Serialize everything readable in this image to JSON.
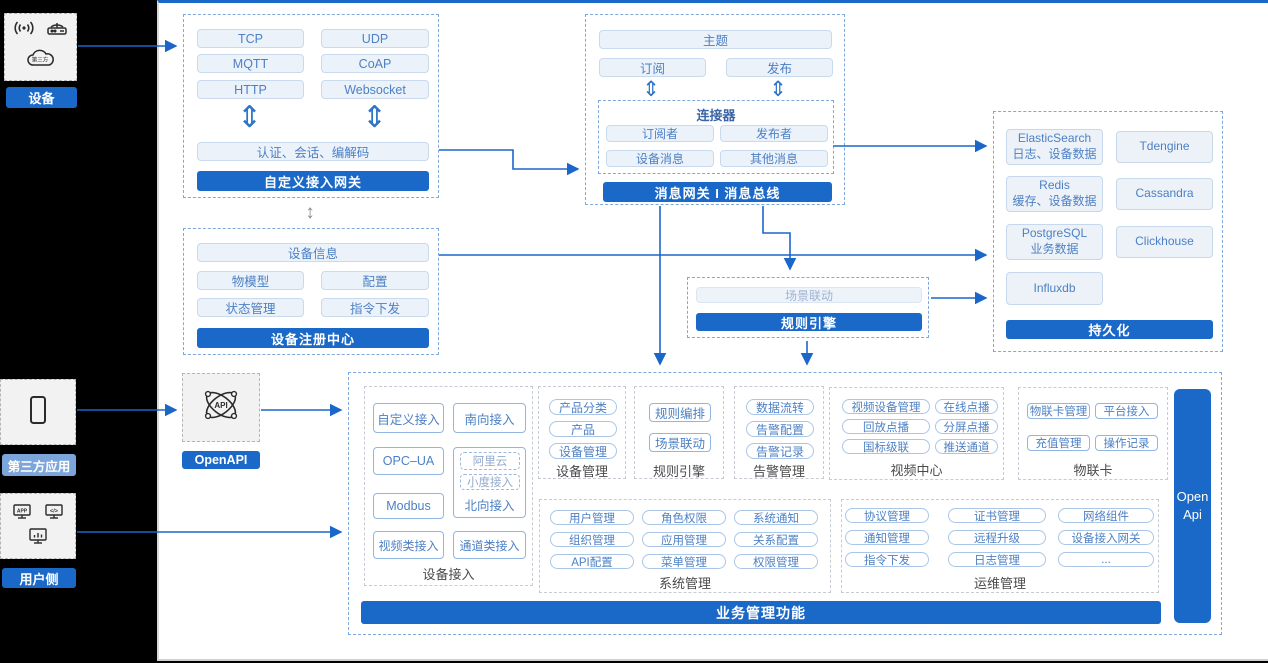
{
  "palette": {
    "accent": "#1A68C7",
    "arrow": "#1B67C9",
    "pill_text": "#4D80C4"
  },
  "left_rail": {
    "device": {
      "label": "设备",
      "cloud_text": "第三方"
    },
    "third_party": {
      "label": "第三方应用"
    },
    "user_side": {
      "label": "用户侧",
      "glyphs": {
        "app": "APP",
        "code": "</>"
      }
    }
  },
  "custom_gateway": {
    "protocols": [
      "TCP",
      "UDP",
      "MQTT",
      "CoAP",
      "HTTP",
      "Websocket"
    ],
    "middleware": "认证、会话、编解码",
    "title": "自定义接入网关"
  },
  "device_registry": {
    "info": "设备信息",
    "pills": [
      "物模型",
      "配置",
      "状态管理",
      "指令下发"
    ],
    "title": "设备注册中心"
  },
  "message_gateway": {
    "topic": "主题",
    "subscribe": "订阅",
    "publish": "发布",
    "connector": {
      "title": "连接器",
      "pills": [
        "订阅者",
        "发布者",
        "设备消息",
        "其他消息"
      ]
    },
    "title": "消息网关 I 消息总线"
  },
  "persistence": {
    "dbs": [
      {
        "name": "ElasticSearch",
        "desc": "日志、设备数据"
      },
      {
        "name": "Tdengine",
        "desc": ""
      },
      {
        "name": "Redis",
        "desc": "缓存、设备数据"
      },
      {
        "name": "Cassandra",
        "desc": ""
      },
      {
        "name": "PostgreSQL",
        "desc": "业务数据"
      },
      {
        "name": "Clickhouse",
        "desc": ""
      },
      {
        "name": "Influxdb",
        "desc": ""
      }
    ],
    "title": "持久化"
  },
  "rule_engine_mid": {
    "pill": "场景联动",
    "title": "规则引擎"
  },
  "openapi": {
    "label": "OpenAPI",
    "icon_text": "API"
  },
  "business": {
    "title": "业务管理功能",
    "open_api_bar": "Open Api",
    "sections": {
      "device_access": {
        "label": "设备接入",
        "pills": [
          "自定义接入",
          "南向接入",
          "OPC–UA",
          "Modbus",
          "视频类接入",
          "通道类接入"
        ],
        "north": {
          "label": "北向接入",
          "sub": [
            "阿里云",
            "小度接入"
          ]
        }
      },
      "device_mgmt": {
        "label": "设备管理",
        "pills": [
          "产品分类",
          "产品",
          "设备管理"
        ]
      },
      "rule_engine": {
        "label": "规则引擎",
        "pills": [
          "规则编排",
          "场景联动"
        ]
      },
      "alarm": {
        "label": "告警管理",
        "pills": [
          "数据流转",
          "告警配置",
          "告警记录"
        ]
      },
      "video": {
        "label": "视频中心",
        "pills": [
          "视频设备管理",
          "在线点播",
          "回放点播",
          "分屏点播",
          "国标级联",
          "推送通道"
        ]
      },
      "iot_card": {
        "label": "物联卡",
        "pills": [
          "物联卡管理",
          "平台接入",
          "充值管理",
          "操作记录"
        ]
      },
      "system": {
        "label": "系统管理",
        "pills": [
          "用户管理",
          "角色权限",
          "系统通知",
          "组织管理",
          "应用管理",
          "关系配置",
          "API配置",
          "菜单管理",
          "权限管理"
        ]
      },
      "ops": {
        "label": "运维管理",
        "pills": [
          "协议管理",
          "证书管理",
          "网络组件",
          "通知管理",
          "远程升级",
          "设备接入网关",
          "指令下发",
          "日志管理",
          "..."
        ]
      }
    }
  }
}
